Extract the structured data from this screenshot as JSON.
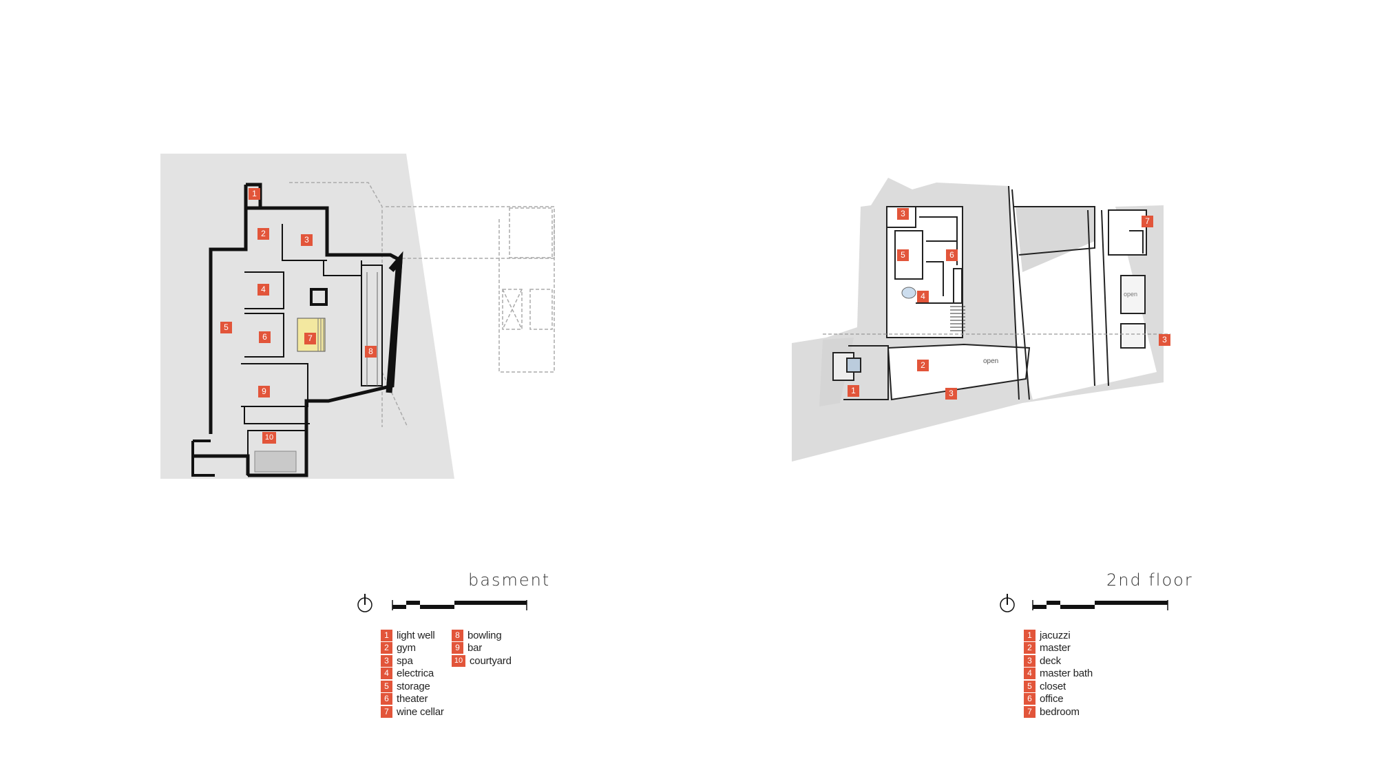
{
  "panels": [
    {
      "id": "basement",
      "title": "basment",
      "legend_left": [
        {
          "num": "1",
          "label": "light well"
        },
        {
          "num": "2",
          "label": "gym"
        },
        {
          "num": "3",
          "label": "spa"
        },
        {
          "num": "4",
          "label": "electrica"
        },
        {
          "num": "5",
          "label": "storage"
        },
        {
          "num": "6",
          "label": "theater"
        },
        {
          "num": "7",
          "label": "wine cellar"
        }
      ],
      "legend_right": [
        {
          "num": "8",
          "label": "bowling"
        },
        {
          "num": "9",
          "label": "bar"
        },
        {
          "num": "10",
          "label": "courtyard"
        }
      ]
    },
    {
      "id": "second-floor",
      "title": "2nd floor",
      "open_label_main": "open",
      "open_label_annex": "open",
      "legend_left": [
        {
          "num": "1",
          "label": "jacuzzi"
        },
        {
          "num": "2",
          "label": "master"
        },
        {
          "num": "3",
          "label": "deck"
        },
        {
          "num": "4",
          "label": "master bath"
        },
        {
          "num": "5",
          "label": "closet"
        },
        {
          "num": "6",
          "label": "office"
        },
        {
          "num": "7",
          "label": "bedroom"
        }
      ],
      "legend_right": []
    }
  ],
  "colors": {
    "badge": "#e2553a",
    "site_gray": "#e3e3e3",
    "wall": "#111111",
    "wine_yellow": "#f3e8a0"
  },
  "icons": [
    "north-arrow-icon",
    "scale-bar-icon"
  ]
}
